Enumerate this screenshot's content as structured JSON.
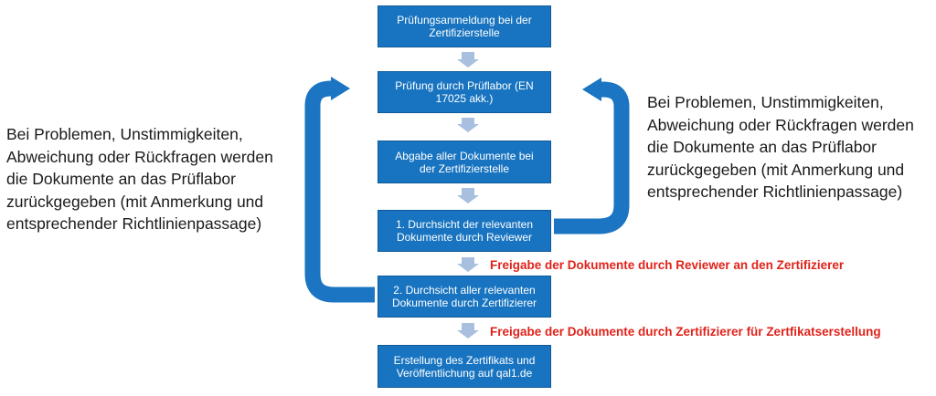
{
  "steps": [
    "Prüfungsanmeldung bei der Zertifizierstelle",
    "Prüfung durch Prüflabor (EN 17025 akk.)",
    "Abgabe aller Dokumente bei der Zertifizierstelle",
    "1. Durchsicht der relevanten Dokumente durch Reviewer",
    "2. Durchsicht aller relevanten Dokumente durch Zertifizierer",
    "Erstellung des Zertifikats und Veröffentlichung auf qal1.de"
  ],
  "notes": {
    "left": "Bei Problemen, Unstimmigkeiten, Abweichung oder Rückfragen werden die Dokumente an das Prüflabor zurückgegeben (mit Anmerkung und entsprechender Richtlinienpassage)",
    "right": "Bei Problemen, Unstimmigkeiten, Abweichung oder Rückfragen werden die Dokumente an das Prüflabor zurückgegeben (mit Anmerkung und entsprechender Richtlinienpassage)"
  },
  "approvals": {
    "reviewer": "Freigabe der Dokumente durch Reviewer an den Zertifizierer",
    "certifier": "Freigabe der Dokumente durch Zertifizierer für Zertfikatserstellung"
  },
  "colors": {
    "box_fill": "#1874c0",
    "loop_arrow": "#1b75c2",
    "step_arrow": "#a9bfdf",
    "approval_text": "#e0221a"
  }
}
